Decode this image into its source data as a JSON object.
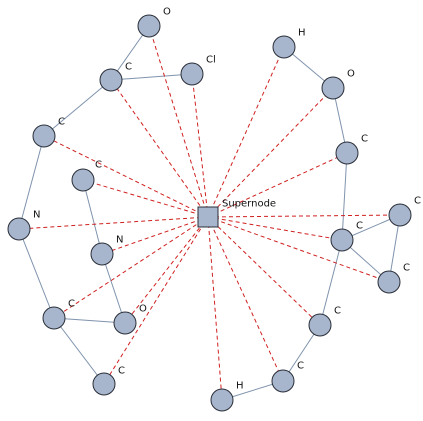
{
  "graph": {
    "supernode": {
      "id": "S",
      "label": "Supernode"
    },
    "atoms": [
      {
        "id": "a0",
        "label": "O"
      },
      {
        "id": "a1",
        "label": "C"
      },
      {
        "id": "a2",
        "label": "Cl"
      },
      {
        "id": "a3",
        "label": "C"
      },
      {
        "id": "a4",
        "label": "C"
      },
      {
        "id": "a5",
        "label": "N"
      },
      {
        "id": "a6",
        "label": "N"
      },
      {
        "id": "a7",
        "label": "C"
      },
      {
        "id": "a8",
        "label": "O"
      },
      {
        "id": "a9",
        "label": "C"
      },
      {
        "id": "a10",
        "label": "H"
      },
      {
        "id": "a11",
        "label": "O"
      },
      {
        "id": "a12",
        "label": "C"
      },
      {
        "id": "a13",
        "label": "C"
      },
      {
        "id": "a14",
        "label": "C"
      },
      {
        "id": "a15",
        "label": "C"
      },
      {
        "id": "a16",
        "label": "C"
      },
      {
        "id": "a17",
        "label": "C"
      },
      {
        "id": "a18",
        "label": "H"
      }
    ],
    "bonds": [
      [
        "a0",
        "a1"
      ],
      [
        "a1",
        "a2"
      ],
      [
        "a1",
        "a3"
      ],
      [
        "a3",
        "a5"
      ],
      [
        "a4",
        "a6"
      ],
      [
        "a6",
        "a8"
      ],
      [
        "a5",
        "a7"
      ],
      [
        "a7",
        "a8"
      ],
      [
        "a7",
        "a9"
      ],
      [
        "a10",
        "a11"
      ],
      [
        "a11",
        "a12"
      ],
      [
        "a12",
        "a15"
      ],
      [
        "a13",
        "a15"
      ],
      [
        "a13",
        "a14"
      ],
      [
        "a14",
        "a15"
      ],
      [
        "a15",
        "a16"
      ],
      [
        "a16",
        "a17"
      ],
      [
        "a17",
        "a18"
      ]
    ],
    "supernode_links": [
      "a0",
      "a1",
      "a2",
      "a3",
      "a4",
      "a5",
      "a6",
      "a7",
      "a8",
      "a9",
      "a10",
      "a11",
      "a12",
      "a13",
      "a14",
      "a15",
      "a16",
      "a17",
      "a18"
    ],
    "colors": {
      "node_fill": "#a7b5cd",
      "node_stroke": "#2a2f38",
      "bond": "#7f93ad",
      "supernode_link": "#d02020"
    }
  }
}
